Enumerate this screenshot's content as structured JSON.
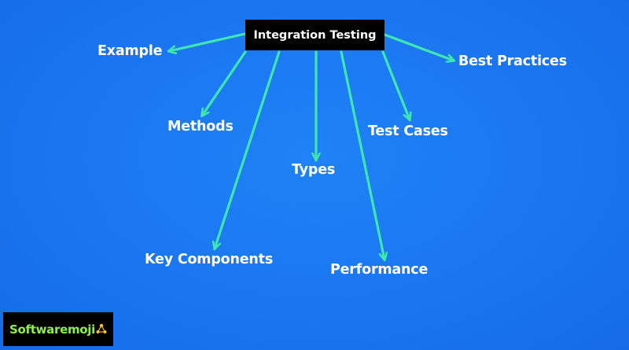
{
  "diagram": {
    "root": {
      "label": "Integration Testing"
    },
    "branches": [
      {
        "id": "example",
        "label": "Example"
      },
      {
        "id": "methods",
        "label": "Methods"
      },
      {
        "id": "key-components",
        "label": "Key Components"
      },
      {
        "id": "types",
        "label": "Types"
      },
      {
        "id": "performance",
        "label": "Performance"
      },
      {
        "id": "test-cases",
        "label": "Test Cases"
      },
      {
        "id": "best-practices",
        "label": "Best Practices"
      }
    ]
  },
  "logo": {
    "text": "Softwaremoji"
  },
  "colors": {
    "background": "#1a76f0",
    "arrow": "#3ee6b0",
    "root_box": "#000000",
    "text": "#ffffff",
    "logo_text": "#8ff04a"
  }
}
